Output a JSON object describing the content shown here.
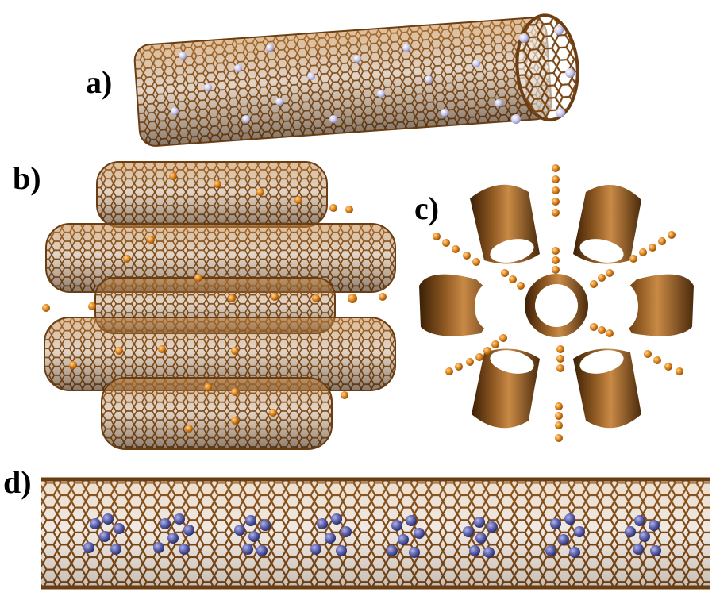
{
  "panels": [
    {
      "id": "a",
      "label": "a)"
    },
    {
      "id": "b",
      "label": "b)"
    },
    {
      "id": "c",
      "label": "c)"
    },
    {
      "id": "d",
      "label": "d)"
    }
  ],
  "colors": {
    "tube": "#8a5520",
    "tube_dark": "#4a2a0c",
    "tube_light": "#c98a45",
    "atom_orange": "#e58a1f",
    "atom_lavender": "#c9c9ee",
    "atom_blue": "#5a5ea8"
  }
}
